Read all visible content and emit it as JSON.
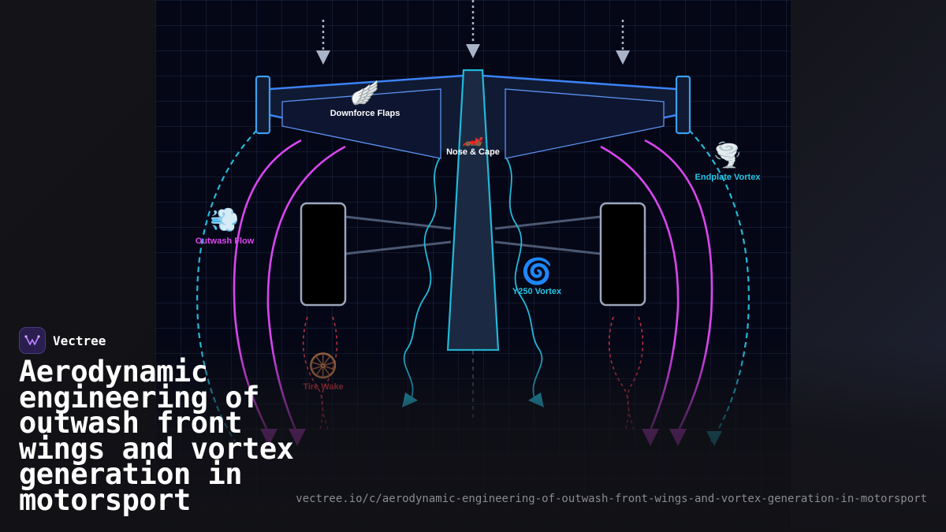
{
  "diagram": {
    "labels": {
      "downforce_flaps": "Downforce Flaps",
      "nose_cape": "Nose & Cape",
      "endplate_vortex": "Endplate Vortex",
      "outwash_flow": "Outwash Flow",
      "y250_vortex": "Y250 Vortex",
      "tire_wake": "Tire Wake"
    },
    "icons": {
      "downforce_flaps": "🪽",
      "nose_cape": "🏎️",
      "endplate_vortex": "🌪️",
      "outwash_flow": "💨",
      "y250_vortex": "🌀",
      "tire_wake": "🛞"
    },
    "colors": {
      "wing": "#3b82f6",
      "outwash": "#d946ef",
      "vortex": "#22b8d8",
      "tire_wake": "#b83240",
      "label_white": "#ffffff",
      "label_magenta": "#d946ef",
      "label_cyan": "#22c6e6",
      "label_red": "#b0303a"
    }
  },
  "brand": {
    "name": "Vectree"
  },
  "title": "Aerodynamic engineering of outwash front wings and vortex generation in motorsport",
  "url": "vectree.io/c/aerodynamic-engineering-of-outwash-front-wings-and-vortex-generation-in-motorsport"
}
